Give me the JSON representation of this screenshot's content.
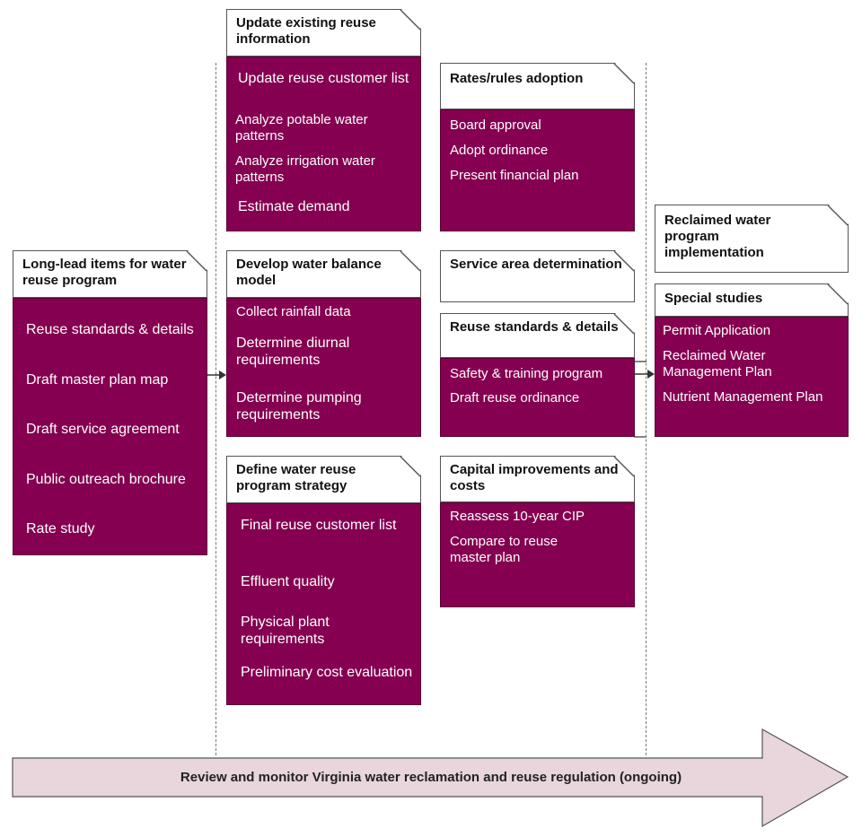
{
  "colors": {
    "card_fill": "#850050",
    "header_fill": "#ffffff",
    "arrow_fill": "#e8d6dc"
  },
  "long_lead": {
    "title": "Long-lead items for water reuse program",
    "items": [
      "Reuse standards & details",
      "Draft master plan map",
      "Draft service agreement",
      "Public outreach brochure",
      "Rate study"
    ]
  },
  "update_info": {
    "title": "Update existing reuse information",
    "items": [
      "Update reuse customer list",
      "Analyze potable water patterns",
      "Analyze irrigation water patterns",
      "Estimate demand"
    ]
  },
  "water_balance": {
    "title": "Develop water balance model",
    "items": [
      "Collect rainfall data",
      "Determine diurnal requirements",
      "Determine pumping requirements"
    ]
  },
  "strategy": {
    "title": "Define water reuse program strategy",
    "items": [
      "Final reuse customer list",
      "Effluent quality",
      "Physical plant requirements",
      "Preliminary cost evaluation"
    ]
  },
  "rates_rules": {
    "title": "Rates/rules adoption",
    "items": [
      "Board approval",
      "Adopt ordinance",
      "Present financial plan"
    ]
  },
  "service_area": {
    "title": "Service area determination"
  },
  "reuse_standards": {
    "title": "Reuse standards & details",
    "items": [
      "Safety & training program",
      "Draft reuse ordinance"
    ]
  },
  "capital": {
    "title": "Capital improvements and costs",
    "items": [
      "Reassess 10-year CIP",
      "Compare to reuse master plan"
    ]
  },
  "reclaimed": {
    "title": "Reclaimed water program implementation"
  },
  "special_studies": {
    "title": "Special studies",
    "items": [
      "Permit Application",
      "Reclaimed Water Management Plan",
      "Nutrient Management Plan"
    ]
  },
  "bottom_arrow": {
    "label": "Review and monitor Virginia water reclamation and reuse regulation (ongoing)"
  }
}
